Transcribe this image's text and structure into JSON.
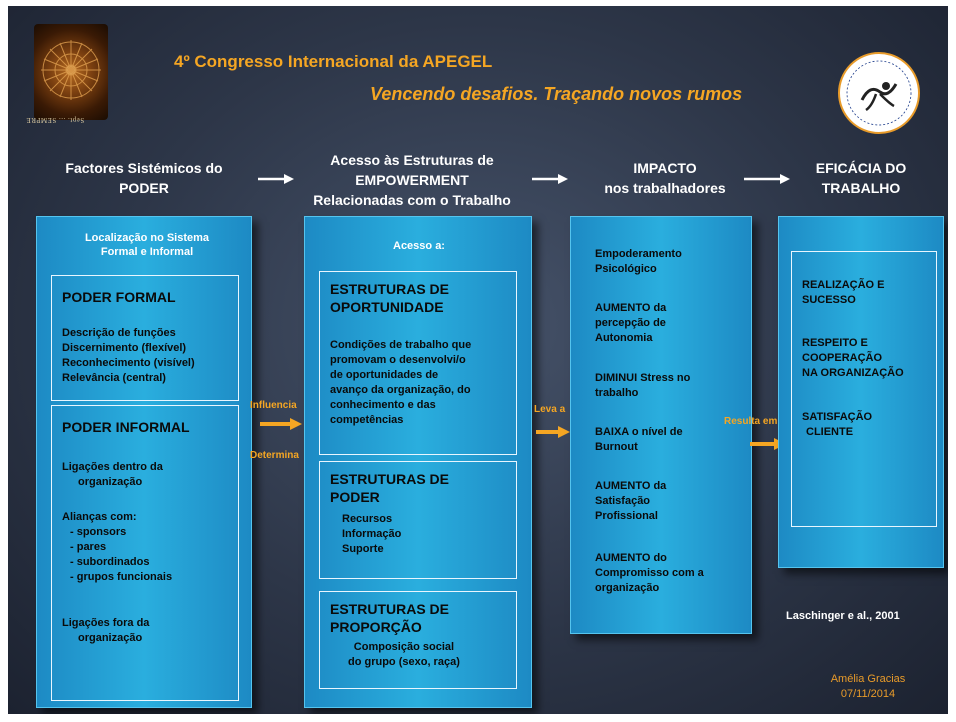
{
  "header": {
    "title": "4º Congresso Internacional da APEGEL",
    "subtitle": "Vencendo desafios. Traçando novos rumos",
    "left_logo_caption": "Sept. ... SEMPRE"
  },
  "columns": {
    "col1": "Factores Sistémicos do PODER",
    "col2_line1": "Acesso às Estruturas de",
    "col2_line2": "EMPOWERMENT",
    "col2_line3": "Relacionadas com o Trabalho",
    "col3_line1": "IMPACTO",
    "col3_line2": "nos trabalhadores",
    "col4_line1": "EFICÁCIA DO",
    "col4_line2": "TRABALHO"
  },
  "box1": {
    "header_line1": "Localização no Sistema",
    "header_line2": "Formal e Informal",
    "formal_title": "PODER FORMAL",
    "formal_items": [
      "Descrição de funções",
      "Discernimento (flexível)",
      "Reconhecimento (visível)",
      "Relevância (central)"
    ],
    "informal_title": "PODER INFORMAL",
    "informal_a1": "Ligações dentro da",
    "informal_a2": "organização",
    "alliances_title": "Alianças com:",
    "alliances": [
      "- sponsors",
      "- pares",
      "- subordinados",
      "- grupos funcionais"
    ],
    "informal_b1": "Ligações fora da",
    "informal_b2": "organização"
  },
  "box2": {
    "header": "Acesso a:",
    "opp_title_1": "ESTRUTURAS DE",
    "opp_title_2": "OPORTUNIDADE",
    "opp_text": [
      "Condições de trabalho que",
      "promovam o desenvolvi/o",
      "de oportunidades de",
      "avanço da organização, do",
      "conhecimento e das",
      "competências"
    ],
    "power_title_1": "ESTRUTURAS DE",
    "power_title_2": "PODER",
    "power_items": [
      "Recursos",
      "Informação",
      "Suporte"
    ],
    "prop_title_1": "ESTRUTURAS DE",
    "prop_title_2": "PROPORÇÃO",
    "prop_text_1": "Composição social",
    "prop_text_2": "do grupo (sexo, raça)"
  },
  "box3": {
    "items": [
      [
        "Empoderamento",
        "Psicológico"
      ],
      [
        "AUMENTO da",
        "percepção de",
        "Autonomia"
      ],
      [
        "DIMINUI Stress no",
        "trabalho"
      ],
      [
        "BAIXA o nível de",
        "Burnout"
      ],
      [
        "AUMENTO da",
        "Satisfação",
        "Profissional"
      ],
      [
        "AUMENTO do",
        "Compromisso com a",
        "organização"
      ]
    ]
  },
  "box4": {
    "r1_1": "REALIZAÇÃO E",
    "r1_2": "SUCESSO",
    "r2_1": "RESPEITO E",
    "r2_2": "COOPERAÇÃO",
    "r2_3": "NA ORGANIZAÇÃO",
    "r3_1": "SATISFAÇÃO",
    "r3_2": "CLIENTE"
  },
  "connectors": {
    "influencia": "Influencia",
    "determina": "Determina",
    "leva_a": "Leva a",
    "resulta_em": "Resulta em:"
  },
  "footer": {
    "reference": "Laschinger e al., 2001",
    "author": "Amélia Gracias",
    "date": "07/11/2014"
  },
  "colors": {
    "accent_orange": "#f5a623",
    "box_blue": "#2aaede",
    "background": "#2d3648"
  }
}
